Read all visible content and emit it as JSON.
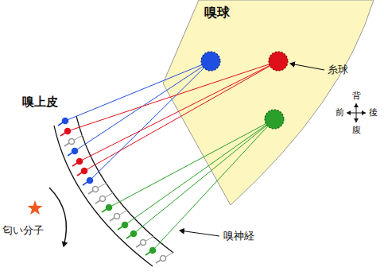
{
  "diagram": {
    "nodes": [
      {
        "text": [
          "嗅球"
        ]
      }
    ],
    "labels": [
      "糸球",
      "嗅上皮",
      "背",
      "前",
      "後",
      "腹",
      "匂い分子",
      "嗅神経"
    ]
  }
}
